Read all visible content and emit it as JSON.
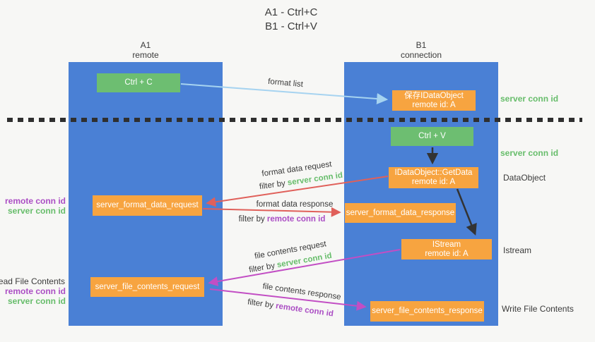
{
  "title": {
    "line1": "A1 - Ctrl+C",
    "line2": "B1 - Ctrl+V"
  },
  "columns": {
    "a": {
      "name": "A1",
      "subtitle": "remote"
    },
    "b": {
      "name": "B1",
      "subtitle": "connection"
    }
  },
  "nodes": {
    "ctrl_c": {
      "label": "Ctrl + C"
    },
    "save_dataobject": {
      "line1": "保存IDataObject",
      "line2": "remote id: A"
    },
    "ctrl_v": {
      "label": "Ctrl + V"
    },
    "getdata": {
      "line1": "IDataObject::GetData",
      "line2": "remote id: A"
    },
    "format_request": {
      "label": "server_format_data_request"
    },
    "format_response": {
      "label": "server_format_data_response"
    },
    "istream": {
      "line1": "IStream",
      "line2": "remote id: A"
    },
    "file_request": {
      "label": "server_file_contents_request"
    },
    "file_response": {
      "label": "server_file_contents_response"
    }
  },
  "flows": {
    "format_list": {
      "label": "format list"
    },
    "format_data_request": {
      "label": "format data request",
      "filter_prefix": "filter by ",
      "filter_key": "server conn id"
    },
    "format_data_response": {
      "label": "format data response",
      "filter_prefix": "filter by ",
      "filter_key": "remote conn id"
    },
    "file_contents_request": {
      "label": "file contents request",
      "filter_prefix": "filter by ",
      "filter_key": "server conn id"
    },
    "file_contents_response": {
      "label": "file contents response",
      "filter_prefix": "filter by ",
      "filter_key": "remote conn id"
    }
  },
  "annotations": {
    "right_server_conn_top": "server conn id",
    "right_server_conn_mid": "server conn id",
    "right_dataobject": "DataObject",
    "right_istream": "Istream",
    "right_write_file": "Write File Contents",
    "left_remote_conn_top": "remote conn id",
    "left_server_conn_top": "server conn id",
    "left_read_file": "Read File Contents",
    "left_remote_conn_bottom": "remote conn id",
    "left_server_conn_bottom": "server conn id"
  },
  "colors": {
    "background": "#f7f7f5",
    "lane_blue": "#4a80d5",
    "node_green": "#6dbe71",
    "node_orange": "#f7a440",
    "arrow_light_blue": "#a6d3f0",
    "arrow_red": "#e0605a",
    "arrow_magenta": "#c24ec4",
    "arrow_black": "#333333",
    "text_green": "#67bd6b",
    "text_purple": "#ab4ec4"
  }
}
